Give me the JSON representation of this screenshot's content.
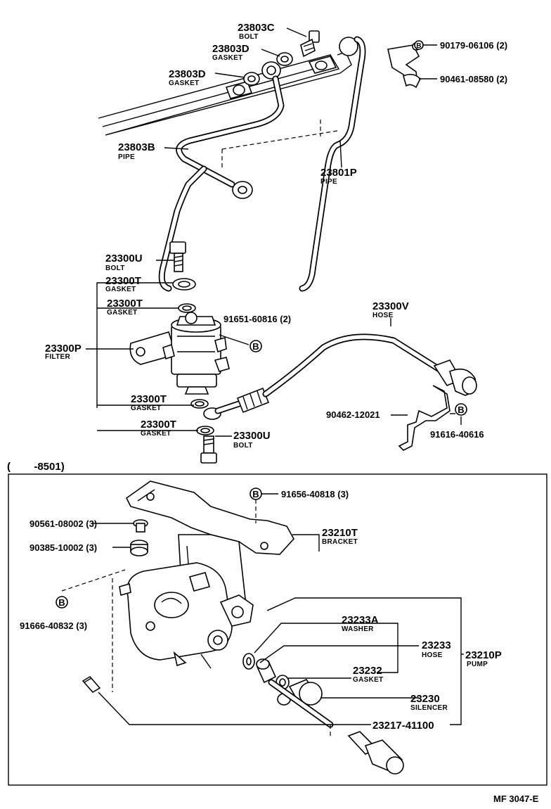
{
  "labels": {
    "p23803C": {
      "part": "23803C",
      "desc": "BOLT"
    },
    "p23803D_a": {
      "part": "23803D",
      "desc": "GASKET"
    },
    "p23803D_b": {
      "part": "23803D",
      "desc": "GASKET"
    },
    "p23803B": {
      "part": "23803B",
      "desc": "PIPE"
    },
    "p23801P": {
      "part": "23801P",
      "desc": "PIPE"
    },
    "p90179": {
      "part": "90179-06106 (2)"
    },
    "p90461": {
      "part": "90461-08580 (2)"
    },
    "p23300U_a": {
      "part": "23300U",
      "desc": "BOLT"
    },
    "p23300T_a": {
      "part": "23300T",
      "desc": "GASKET"
    },
    "p23300T_b": {
      "part": "23300T",
      "desc": "GASKET"
    },
    "p91651": {
      "part": "91651-60816 (2)"
    },
    "p23300P": {
      "part": "23300P",
      "desc": "FILTER"
    },
    "p23300V": {
      "part": "23300V",
      "desc": "HOSE"
    },
    "p23300T_c": {
      "part": "23300T",
      "desc": "GASKET"
    },
    "p23300T_d": {
      "part": "23300T",
      "desc": "GASKET"
    },
    "p23300U_b": {
      "part": "23300U",
      "desc": "BOLT"
    },
    "p90462": {
      "part": "90462-12021"
    },
    "p91616": {
      "part": "91616-40616"
    },
    "p91656": {
      "part": "91656-40818 (3)"
    },
    "p90561": {
      "part": "90561-08002 (3)"
    },
    "p90385": {
      "part": "90385-10002 (3)"
    },
    "p23210T": {
      "part": "23210T",
      "desc": "BRACKET"
    },
    "p91666": {
      "part": "91666-40832 (3)"
    },
    "p23233A": {
      "part": "23233A",
      "desc": "WASHER"
    },
    "p23233": {
      "part": "23233",
      "desc": "HOSE"
    },
    "p23210P": {
      "part": "23210P",
      "desc": "PUMP"
    },
    "p23232": {
      "part": "23232",
      "desc": "GASKET"
    },
    "p23230": {
      "part": "23230",
      "desc": "SILENCER"
    },
    "p23217": {
      "part": "23217-41100"
    }
  },
  "markers": {
    "b": "B"
  },
  "range_note": "(        -8501)",
  "figure_code": "MF 3047-E"
}
